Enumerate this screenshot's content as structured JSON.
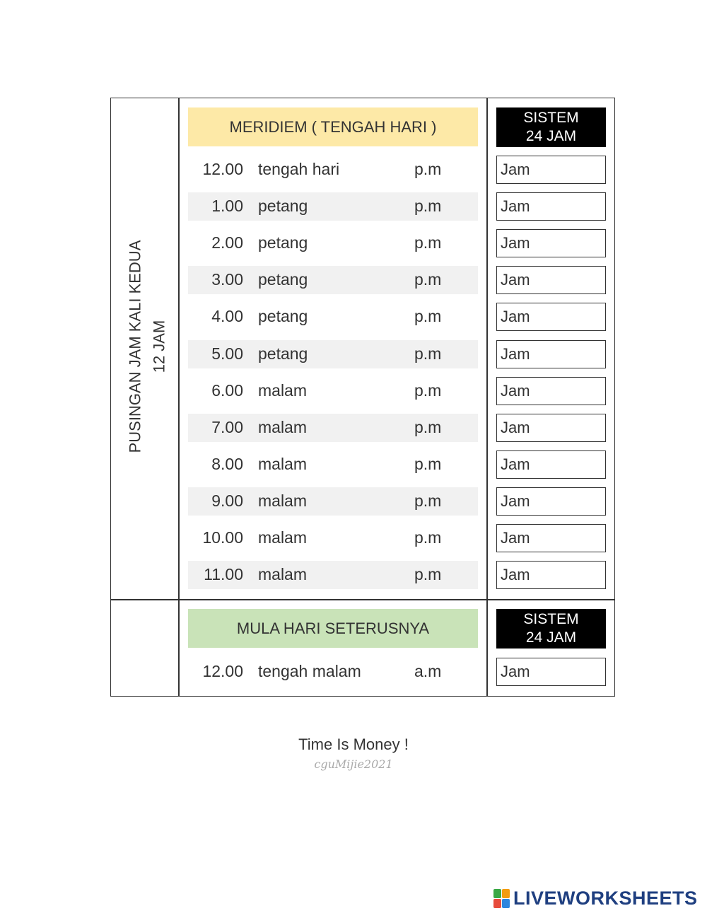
{
  "side_label": {
    "line1": "PUSINGAN JAM KALI KEDUA",
    "line2": "12 JAM"
  },
  "section1": {
    "title": "MERIDIEM ( TENGAH HARI )",
    "system_line1": "SISTEM",
    "system_line2": "24 JAM",
    "rows": [
      {
        "time": "12.00",
        "period": "tengah hari",
        "meridiem": "p.m",
        "answer": "Jam"
      },
      {
        "time": "1.00",
        "period": "petang",
        "meridiem": "p.m",
        "answer": "Jam"
      },
      {
        "time": "2.00",
        "period": "petang",
        "meridiem": "p.m",
        "answer": "Jam"
      },
      {
        "time": "3.00",
        "period": "petang",
        "meridiem": "p.m",
        "answer": "Jam"
      },
      {
        "time": "4.00",
        "period": "petang",
        "meridiem": "p.m",
        "answer": "Jam"
      },
      {
        "time": "5.00",
        "period": "petang",
        "meridiem": "p.m",
        "answer": "Jam"
      },
      {
        "time": "6.00",
        "period": "malam",
        "meridiem": "p.m",
        "answer": "Jam"
      },
      {
        "time": "7.00",
        "period": "malam",
        "meridiem": "p.m",
        "answer": "Jam"
      },
      {
        "time": "8.00",
        "period": "malam",
        "meridiem": "p.m",
        "answer": "Jam"
      },
      {
        "time": "9.00",
        "period": "malam",
        "meridiem": "p.m",
        "answer": "Jam"
      },
      {
        "time": "10.00",
        "period": "malam",
        "meridiem": "p.m",
        "answer": "Jam"
      },
      {
        "time": "11.00",
        "period": "malam",
        "meridiem": "p.m",
        "answer": "Jam"
      }
    ]
  },
  "section2": {
    "title": "MULA HARI SETERUSNYA",
    "system_line1": "SISTEM",
    "system_line2": "24 JAM",
    "rows": [
      {
        "time": "12.00",
        "period": "tengah malam",
        "meridiem": "a.m",
        "answer": "Jam"
      }
    ]
  },
  "footer": {
    "text": "Time Is Money !",
    "signature": "cguMijie2021"
  },
  "brand": {
    "name": "LIVEWORKSHEETS",
    "color": "#1f3f80"
  },
  "colors": {
    "yellow_band": "#fde9a7",
    "green_band": "#c9e3b8",
    "row_shade": "#f1f1f1"
  }
}
